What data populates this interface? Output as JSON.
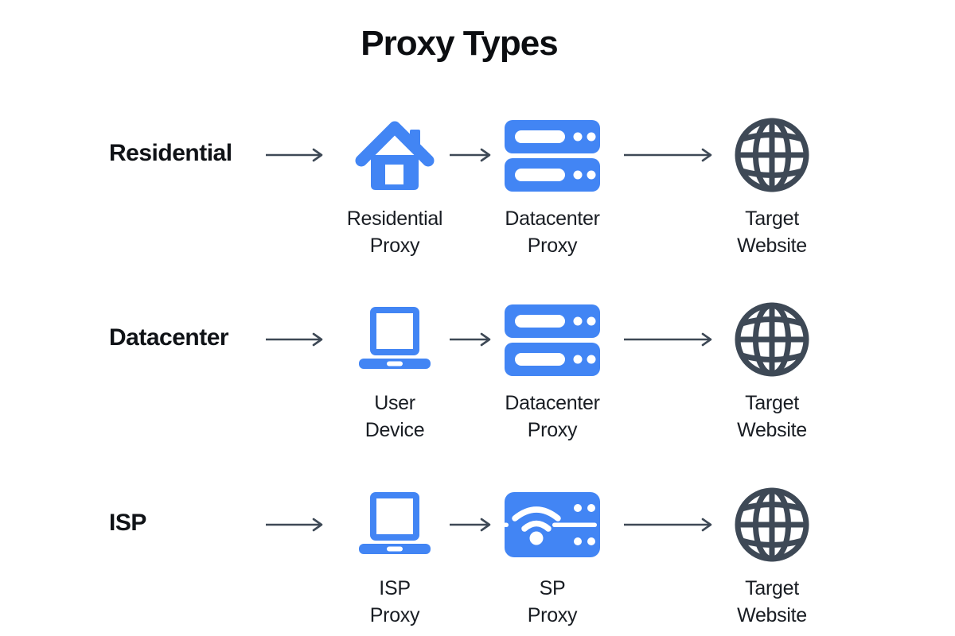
{
  "title": "Proxy Types",
  "colors": {
    "icon_blue": "#4285F4",
    "icon_slate": "#3E4956",
    "title_text": "#0C0E11",
    "body_text": "#191D23",
    "background": "#FFFFFF"
  },
  "rows": [
    {
      "label": "Residential",
      "nodes": [
        {
          "icon": "house-icon",
          "caption": [
            "Residential",
            "Proxy"
          ]
        },
        {
          "icon": "server-icon",
          "caption": [
            "Datacenter",
            "Proxy"
          ]
        },
        {
          "icon": "globe-icon",
          "caption": [
            "Target",
            "Website"
          ]
        }
      ]
    },
    {
      "label": "Datacenter",
      "nodes": [
        {
          "icon": "laptop-icon",
          "caption": [
            "User",
            "Device"
          ]
        },
        {
          "icon": "server-icon",
          "caption": [
            "Datacenter",
            "Proxy"
          ]
        },
        {
          "icon": "globe-icon",
          "caption": [
            "Target",
            "Website"
          ]
        }
      ]
    },
    {
      "label": "ISP",
      "nodes": [
        {
          "icon": "laptop-icon",
          "caption": [
            "ISP",
            "Proxy"
          ]
        },
        {
          "icon": "wifi-server-icon",
          "caption": [
            "SP",
            "Proxy"
          ]
        },
        {
          "icon": "globe-icon",
          "caption": [
            "Target",
            "Website"
          ]
        }
      ]
    }
  ]
}
